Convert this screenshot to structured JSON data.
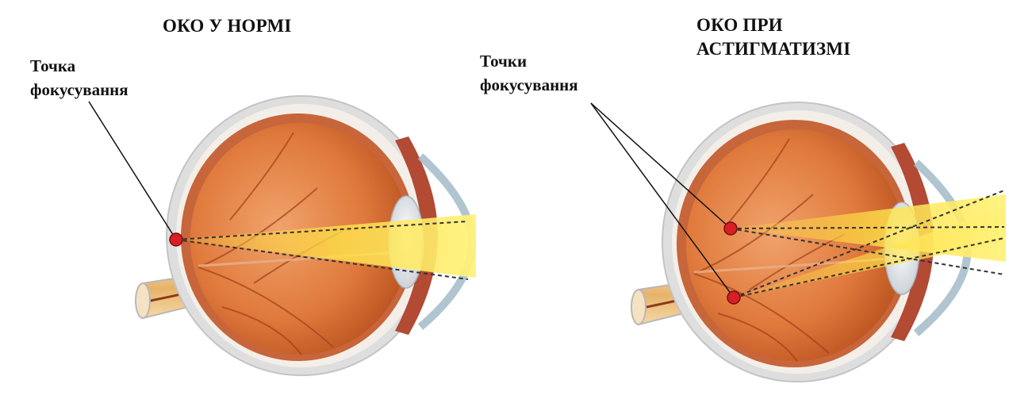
{
  "left_panel": {
    "title": "ОКО У НОРМІ",
    "label_lines": [
      "Точка",
      "фокусування"
    ]
  },
  "right_panel": {
    "title_lines": [
      "ОКО ПРИ",
      "АСТИГМАТИЗМІ"
    ],
    "label_lines": [
      "Точки",
      "фокусування"
    ]
  },
  "colors": {
    "eye_outer": "#d9d9d9",
    "vitreous": "#e07a3c",
    "light_beam": "#ffe65a",
    "focus_point": "#e0202a"
  }
}
